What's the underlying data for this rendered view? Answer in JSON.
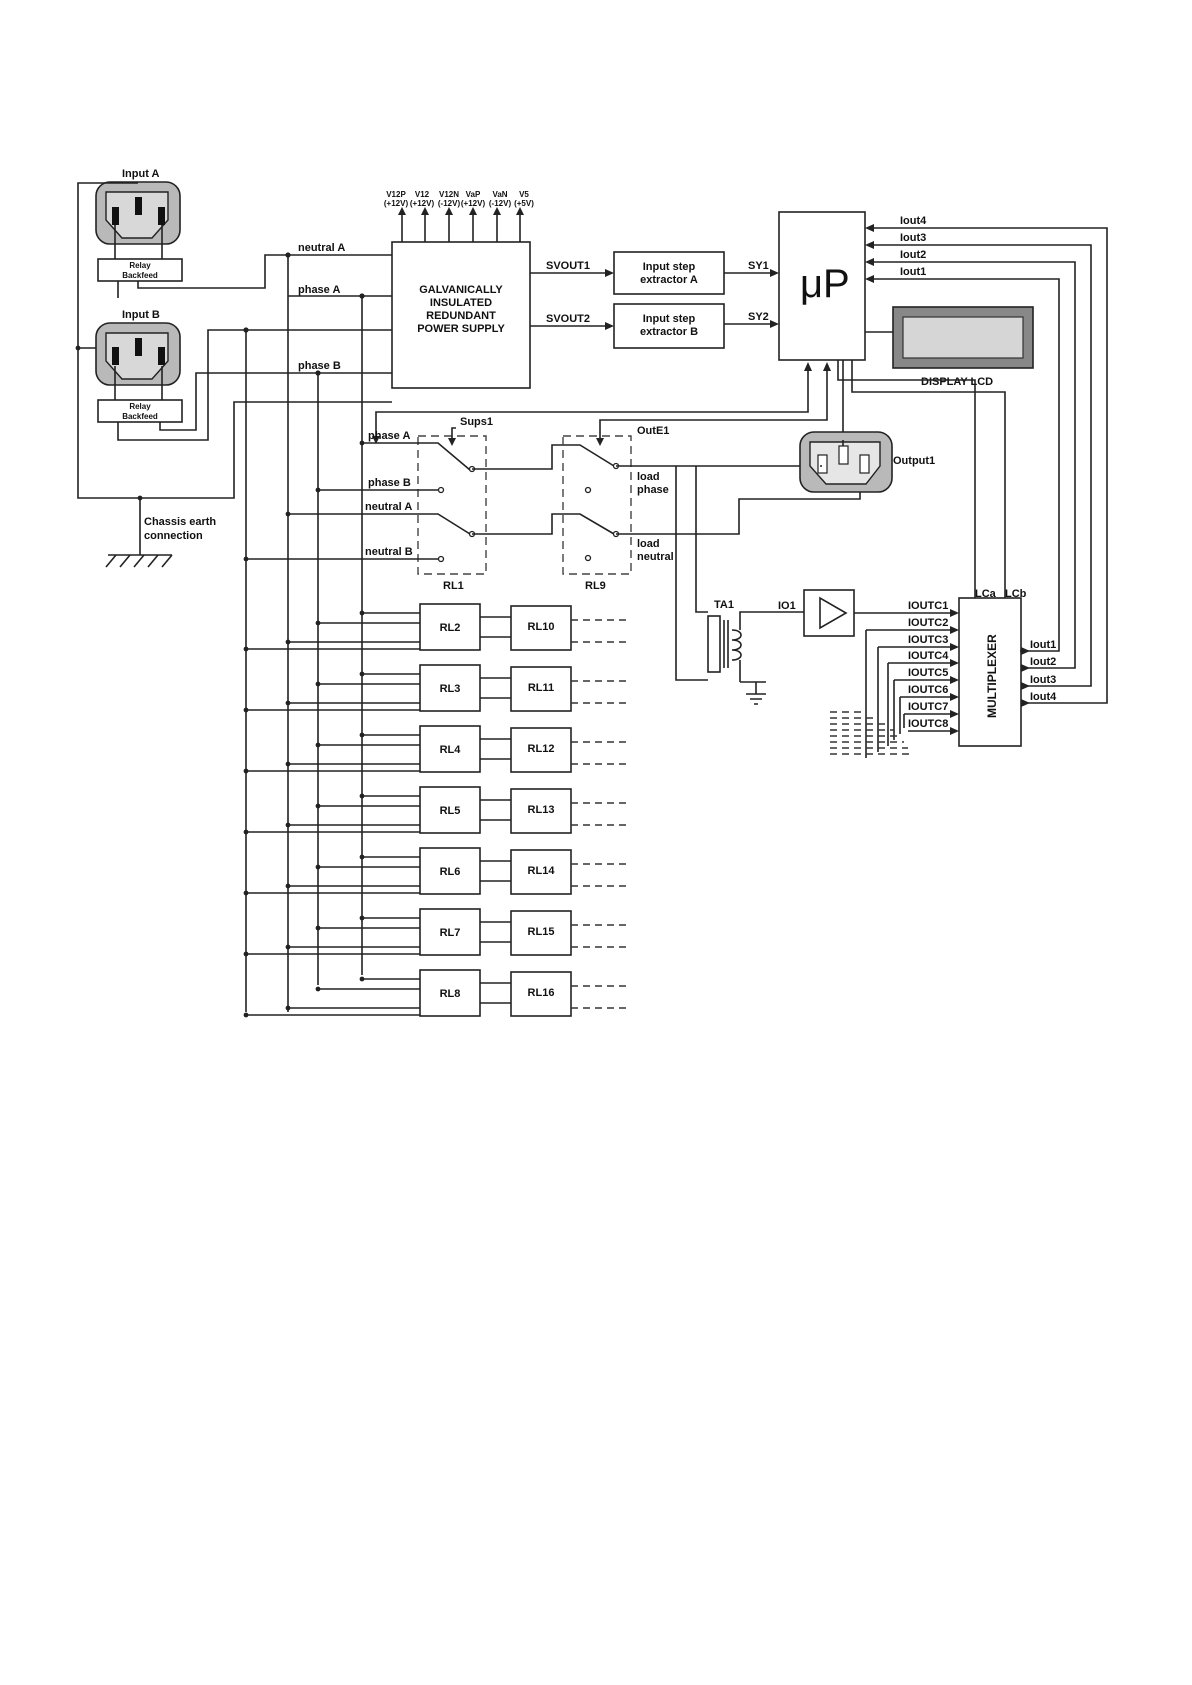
{
  "inputs": {
    "input_a": "Input A",
    "input_b": "Input B",
    "relay_backfeed": [
      "Relay",
      "Backfeed"
    ],
    "chassis_earth": [
      "Chassis earth",
      "connection"
    ]
  },
  "buses": {
    "neutral_a": "neutral A",
    "phase_a": "phase A",
    "phase_b": "phase B"
  },
  "power_supply": {
    "title": [
      "GALVANICALLY",
      "INSULATED",
      "REDUNDANT",
      "POWER SUPPLY"
    ],
    "outputs": [
      {
        "name": "V12P",
        "value": "(+12V)"
      },
      {
        "name": "V12",
        "value": "(+12V)"
      },
      {
        "name": "V12N",
        "value": "(-12V)"
      },
      {
        "name": "VaP",
        "value": "(+12V)"
      },
      {
        "name": "VaN",
        "value": "(-12V)"
      },
      {
        "name": "V5",
        "value": "(+5V)"
      }
    ],
    "svout1": "SVOUT1",
    "svout2": "SVOUT2"
  },
  "extractors": {
    "a": [
      "Input step",
      "extractor A"
    ],
    "b": [
      "Input step",
      "extractor B"
    ],
    "sy1": "SY1",
    "sy2": "SY2"
  },
  "mcu": {
    "label": "μP",
    "iout_inputs": [
      "Iout4",
      "Iout3",
      "Iout2",
      "Iout1"
    ]
  },
  "display": {
    "label": "DISPLAY LCD"
  },
  "switches": {
    "sups1": "Sups1",
    "oute1": "OutE1",
    "rl1": "RL1",
    "rl9": "RL9",
    "left_labels": [
      "phase A",
      "phase B",
      "neutral A",
      "neutral B"
    ],
    "load_phase": [
      "load",
      "phase"
    ],
    "load_neutral": [
      "load",
      "neutral"
    ]
  },
  "output": {
    "label": "Output1"
  },
  "sensing": {
    "ta1": "TA1",
    "io1": "IO1"
  },
  "multiplexer": {
    "label": "MULTIPLEXER",
    "lca": "LCa",
    "lcb": "LCb",
    "inputs": [
      "IOUTC1",
      "IOUTC2",
      "IOUTC3",
      "IOUTC4",
      "IOUTC5",
      "IOUTC6",
      "IOUTC7",
      "IOUTC8"
    ],
    "outputs": [
      "Iout1",
      "Iout2",
      "Iout3",
      "Iout4"
    ]
  },
  "relays": {
    "left": [
      "RL2",
      "RL3",
      "RL4",
      "RL5",
      "RL6",
      "RL7",
      "RL8"
    ],
    "right": [
      "RL10",
      "RL11",
      "RL12",
      "RL13",
      "RL14",
      "RL15",
      "RL16"
    ]
  }
}
